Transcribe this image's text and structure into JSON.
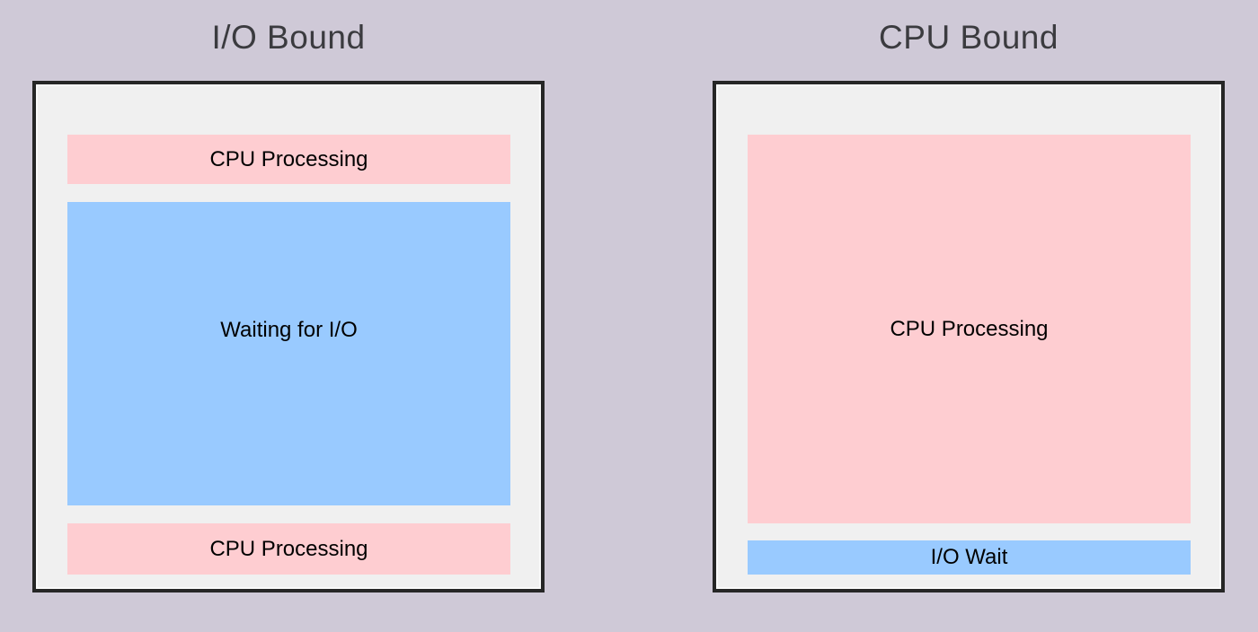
{
  "colors": {
    "background": "#cfc9d7",
    "panel_fill": "#f0f0f0",
    "panel_border": "#262626",
    "cpu_fill": "#fecdd1",
    "io_fill": "#99caff",
    "title_color": "#3b3b3f",
    "label_color": "#000000"
  },
  "panels": [
    {
      "title": "I/O Bound",
      "segments": [
        {
          "label": "CPU Processing",
          "type": "cpu",
          "size": "small"
        },
        {
          "label": "Waiting for I/O",
          "type": "io",
          "size": "large"
        },
        {
          "label": "CPU Processing",
          "type": "cpu",
          "size": "small"
        }
      ]
    },
    {
      "title": "CPU Bound",
      "segments": [
        {
          "label": "CPU Processing",
          "type": "cpu",
          "size": "large"
        },
        {
          "label": "I/O Wait",
          "type": "io",
          "size": "small"
        }
      ]
    }
  ]
}
